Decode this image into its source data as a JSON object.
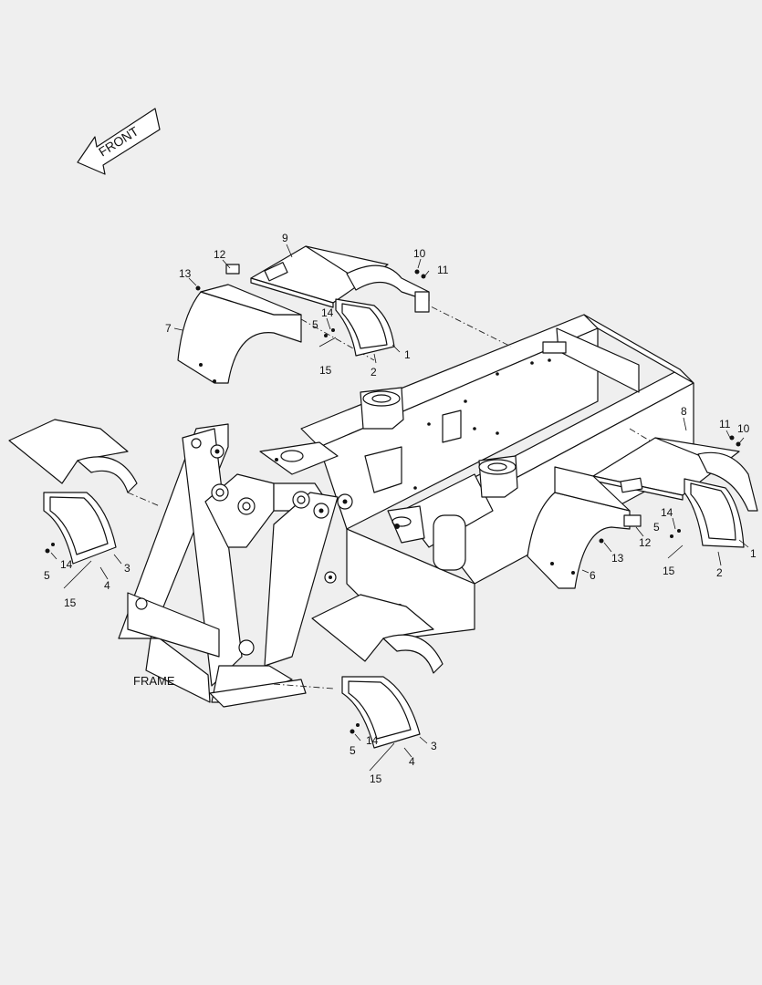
{
  "front_label": "FRONT",
  "frame_label": "FRAME",
  "callouts": {
    "rear_left": {
      "c1": "1",
      "c2": "2",
      "c5": "5",
      "c7": "7",
      "c9": "9",
      "c10": "10",
      "c11": "11",
      "c12": "12",
      "c13": "13",
      "c14": "14",
      "c15": "15"
    },
    "rear_right": {
      "c1": "1",
      "c2": "2",
      "c5": "5",
      "c6": "6",
      "c8": "8",
      "c10": "10",
      "c11": "11",
      "c12": "12",
      "c13": "13",
      "c14": "14",
      "c15": "15"
    },
    "front_left": {
      "c3": "3",
      "c4": "4",
      "c5": "5",
      "c14": "14",
      "c15": "15"
    },
    "front_right": {
      "c3": "3",
      "c4": "4",
      "c5": "5",
      "c14": "14",
      "c15": "15"
    }
  }
}
